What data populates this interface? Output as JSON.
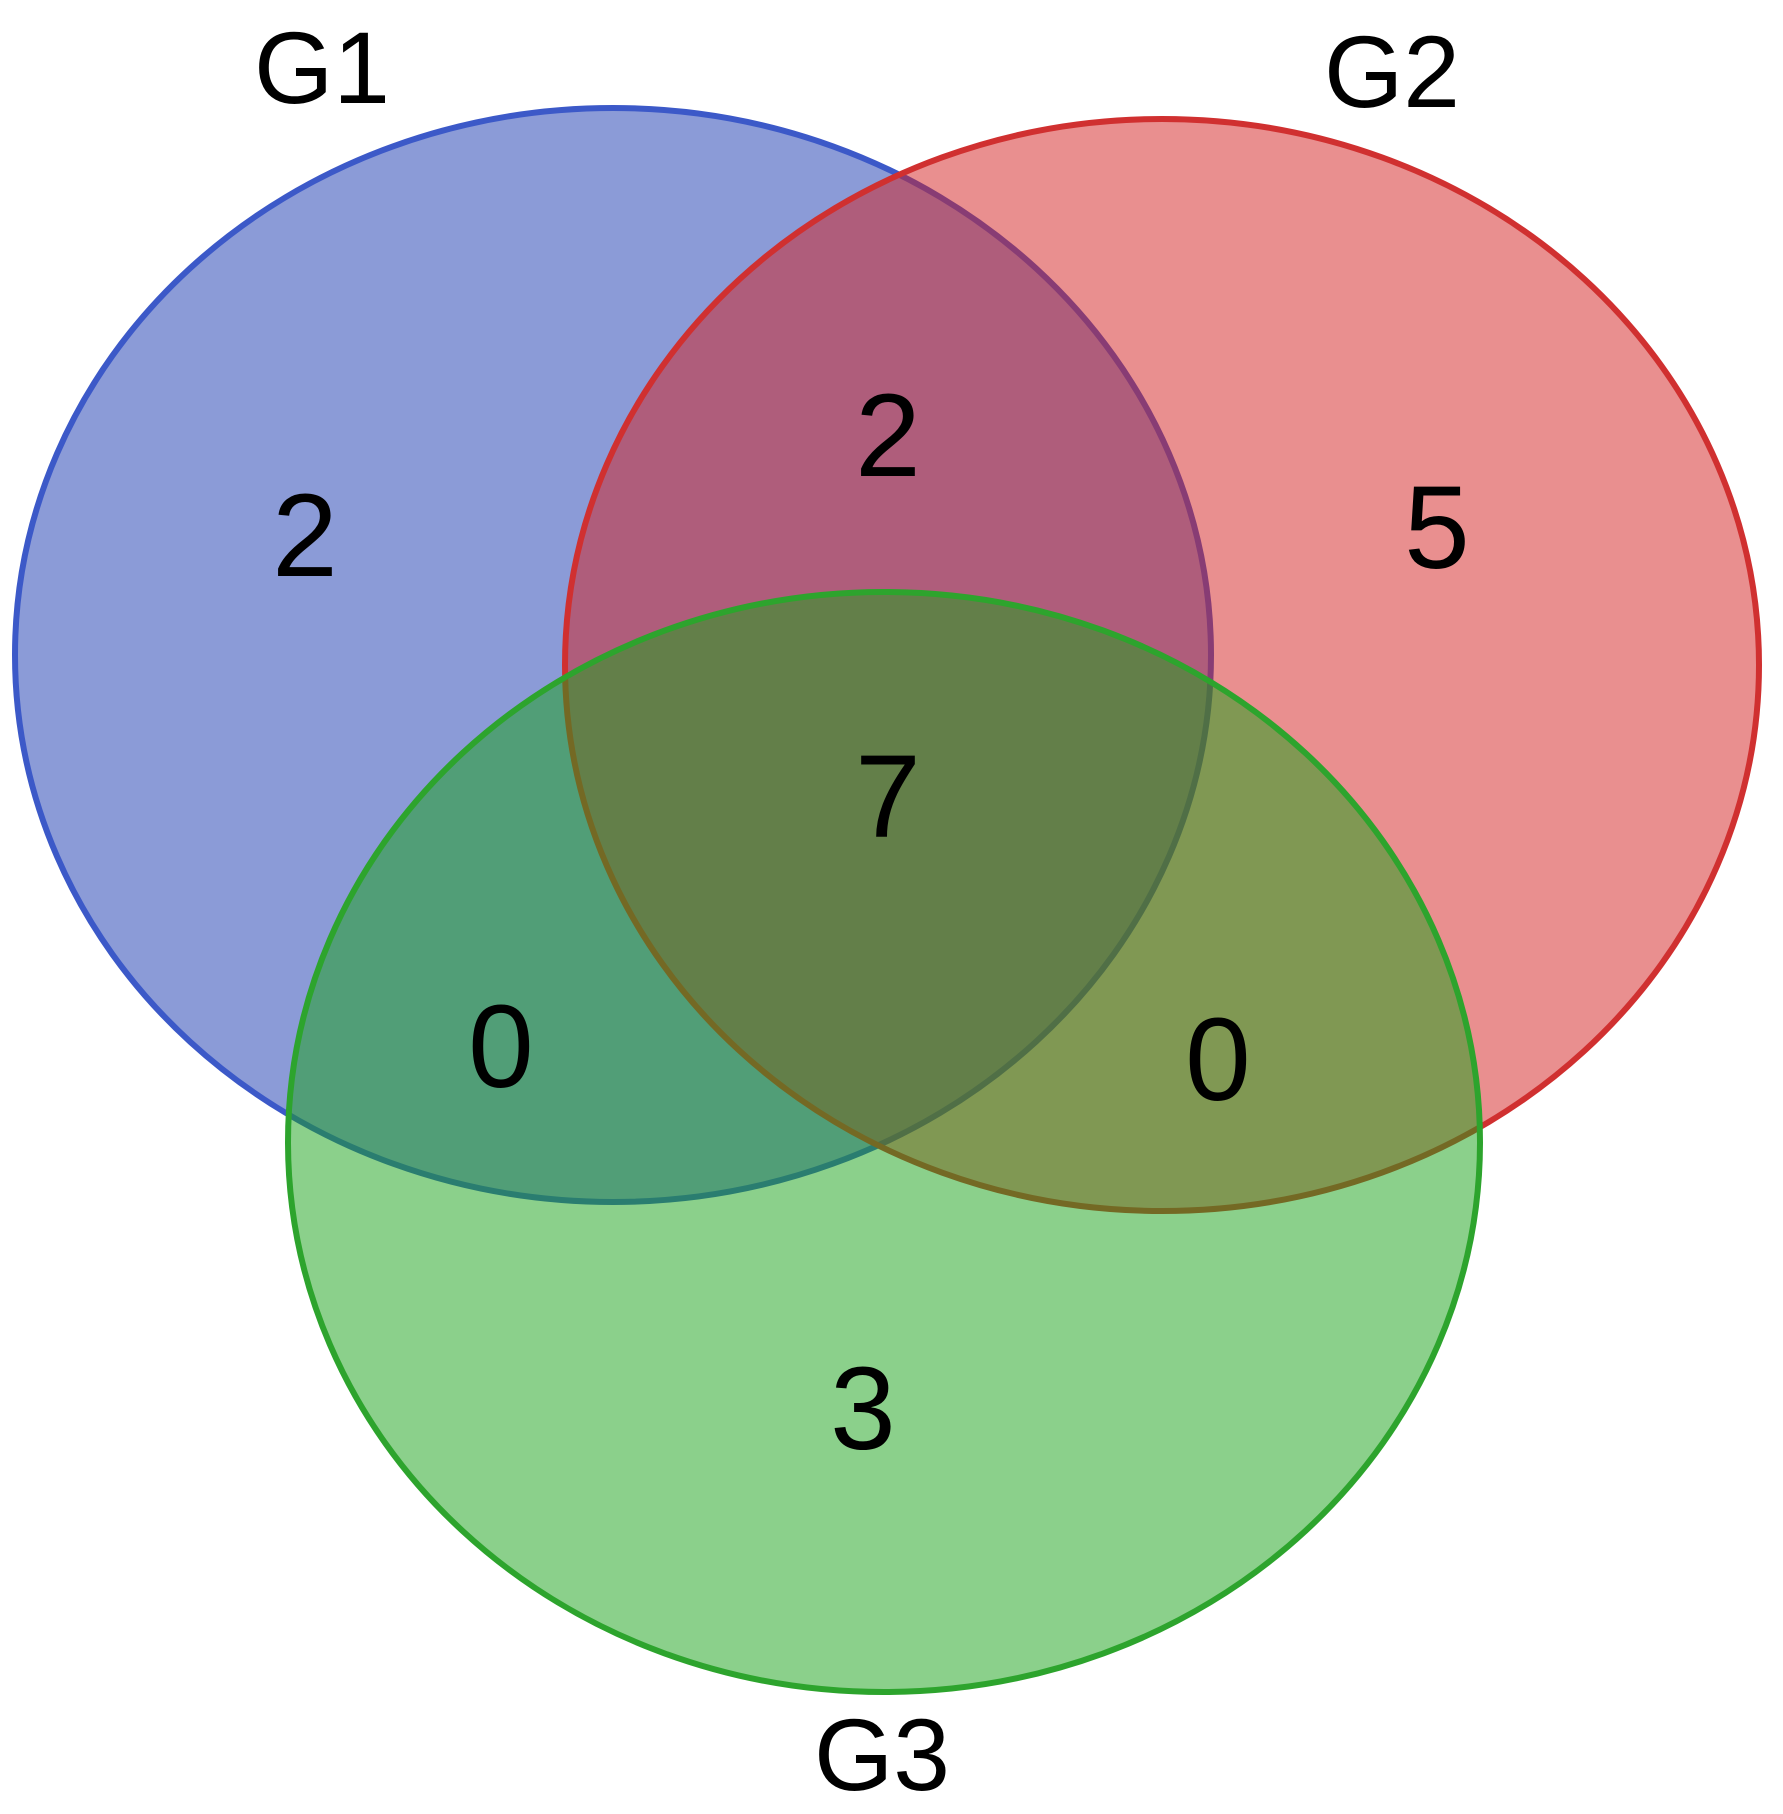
{
  "venn": {
    "sets": [
      {
        "id": "g1",
        "label": "G1",
        "fill": "#1838b0",
        "stroke": "#3c59c8"
      },
      {
        "id": "g2",
        "label": "G2",
        "fill": "#d41f1f",
        "stroke": "#d03030"
      },
      {
        "id": "g3",
        "label": "G3",
        "fill": "#17a217",
        "stroke": "#2da42d"
      }
    ],
    "regions": {
      "g1_only": "2",
      "g2_only": "5",
      "g3_only": "3",
      "g1_g2": "2",
      "g1_g3": "0",
      "g2_g3": "0",
      "g1_g2_g3": "7"
    }
  }
}
